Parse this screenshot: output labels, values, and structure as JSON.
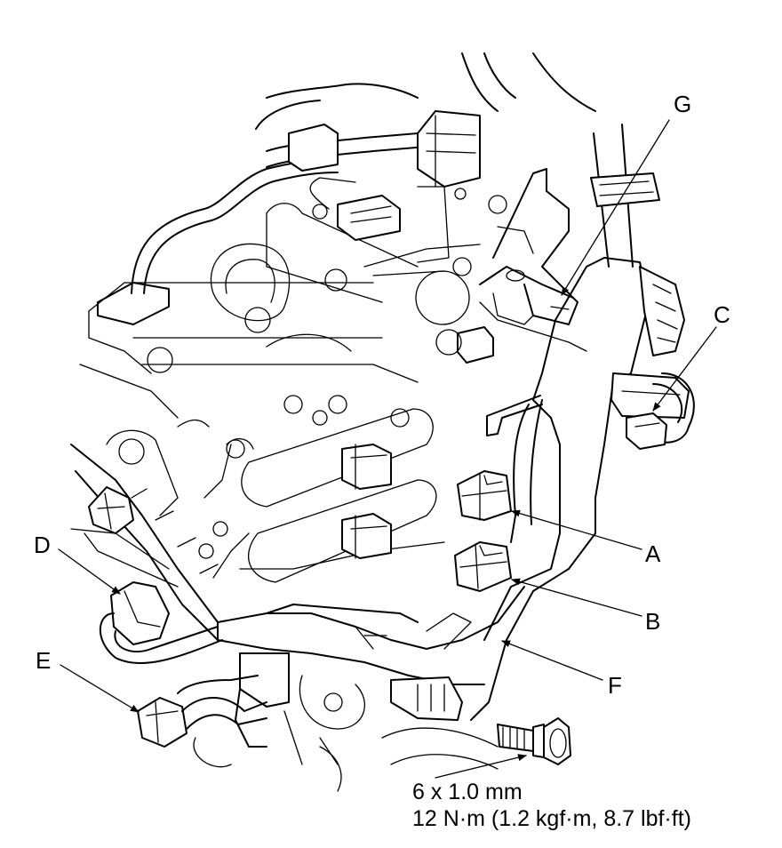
{
  "callouts": {
    "A": "A",
    "B": "B",
    "C": "C",
    "D": "D",
    "E": "E",
    "F": "F",
    "G": "G"
  },
  "bolt_spec": {
    "size": "6 x 1.0 mm",
    "torque": "12 N·m (1.2 kgf·m, 8.7 lbf·ft)"
  }
}
